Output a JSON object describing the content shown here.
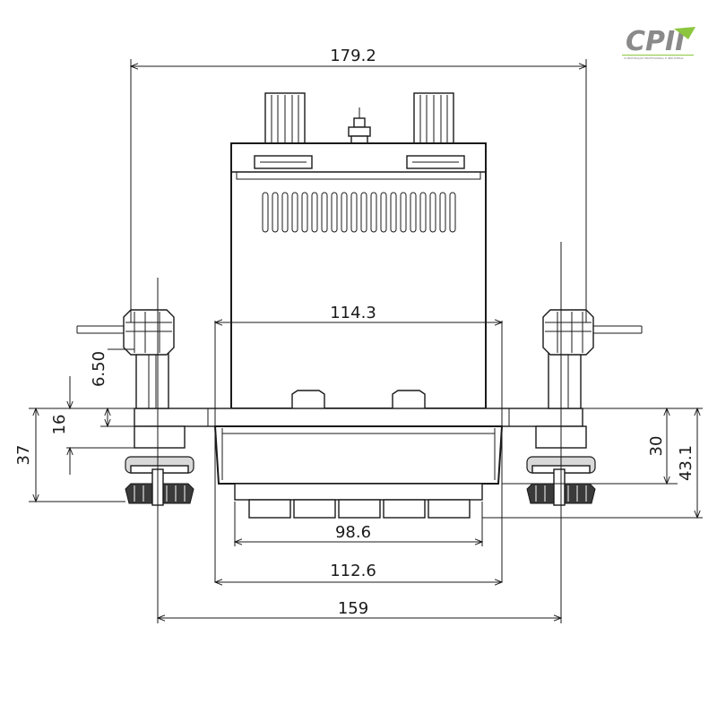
{
  "logo": {
    "text": "CPII",
    "tagline": "CLIMATIZAÇÃO PROFISSIONAL E INDUSTRIAL",
    "colors": {
      "gray": "#8a8a8a",
      "green": "#8cc63f"
    }
  },
  "dimensions": {
    "overall_width": "179.2",
    "body_width": "114.3",
    "front_width": "98.6",
    "bezel_width": "112.6",
    "clamp_span": "159",
    "clamp_gap": "6.50",
    "panel_thickness": "16",
    "left_height": "37",
    "right_depth": "30",
    "right_height": "43.1"
  }
}
